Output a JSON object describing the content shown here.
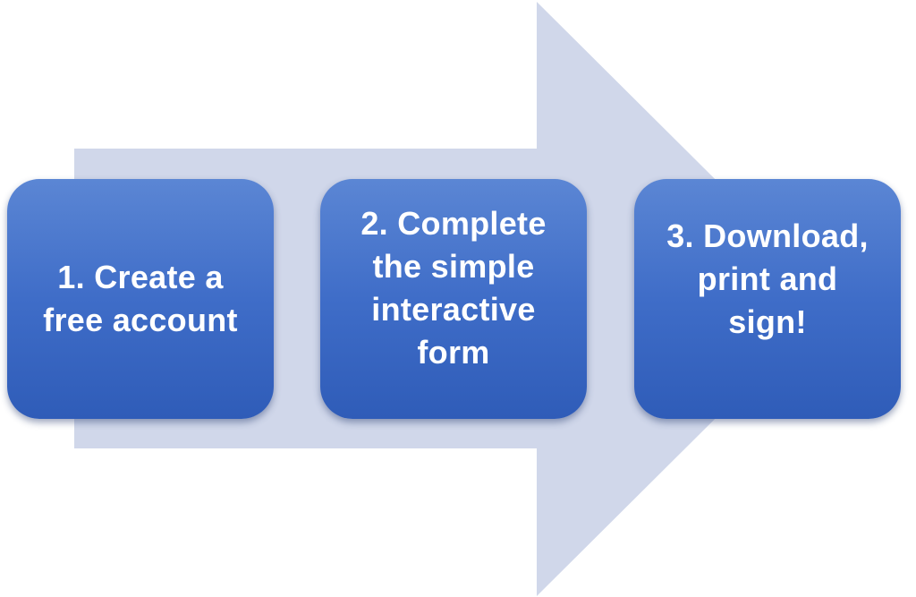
{
  "diagram": {
    "arrow_color": "#d0d7ea",
    "box_color": "#4472c4",
    "text_color": "#ffffff",
    "steps": [
      {
        "label": "1. Create a free account"
      },
      {
        "label": "2. Complete the simple interactive form"
      },
      {
        "label": "3. Download, print and sign!"
      }
    ]
  }
}
